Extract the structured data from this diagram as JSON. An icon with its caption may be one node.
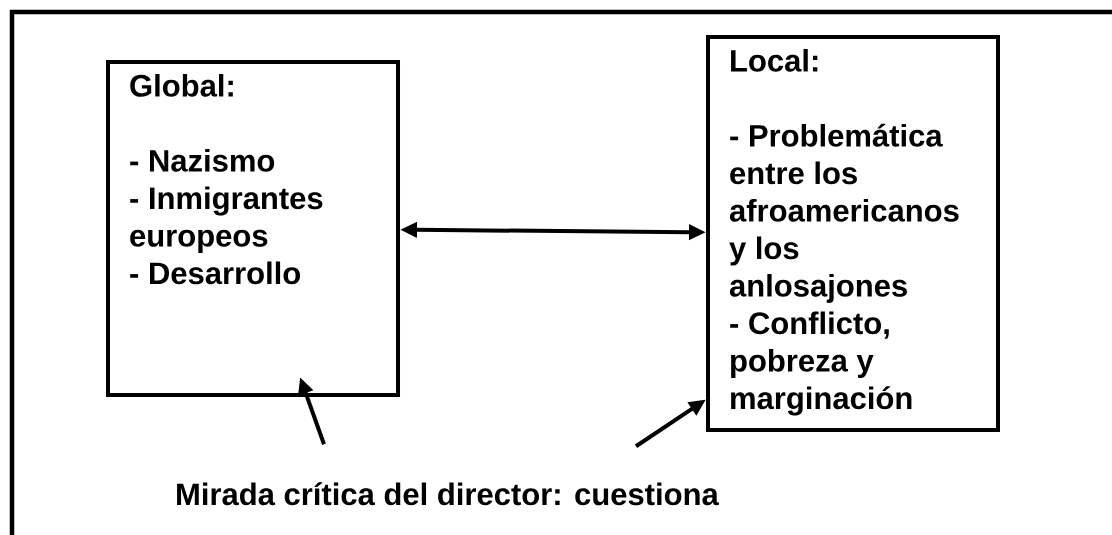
{
  "diagram": {
    "nodes": [
      {
        "text": [
          "Global:",
          "- Nazismo",
          "- Inmigrantes europeos",
          "- Desarrollo"
        ]
      },
      {
        "text": [
          "Local:",
          "- Problemática entre los afroamericanos y los anlosajones",
          "- Conflicto, pobreza y marginación"
        ]
      },
      {
        "text": [
          "Mirada crítica del director: cuestiona"
        ]
      }
    ],
    "edges": [
      {
        "from": 0,
        "to": 1,
        "arrow": "both"
      },
      {
        "from": 2,
        "to": 0,
        "arrow": "to"
      },
      {
        "from": 2,
        "to": 1,
        "arrow": "to"
      }
    ]
  }
}
